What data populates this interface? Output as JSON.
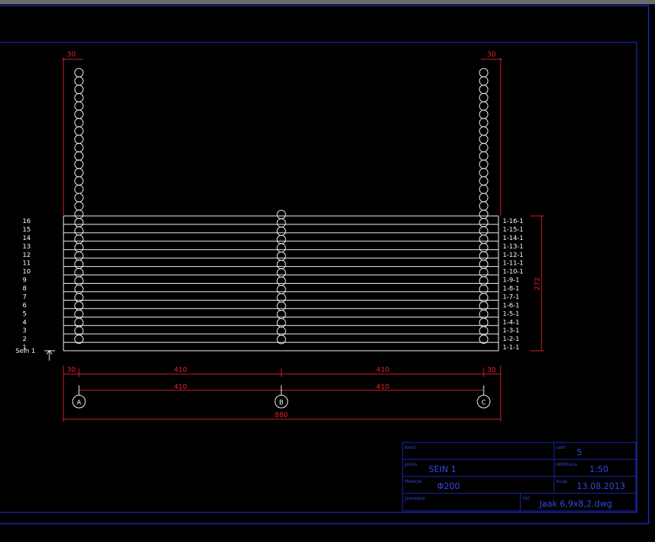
{
  "drawing": {
    "row_numbers": [
      "16",
      "15",
      "14",
      "13",
      "12",
      "11",
      "10",
      "9",
      "8",
      "7",
      "6",
      "5",
      "4",
      "3",
      "2",
      "1"
    ],
    "row_codes": [
      "1-16-1",
      "1-15-1",
      "1-14-1",
      "1-13-1",
      "1-12-1",
      "1-11-1",
      "1-10-1",
      "1-9-1",
      "1-8-1",
      "1-7-1",
      "1-6-1",
      "1-5-1",
      "1-4-1",
      "1-3-1",
      "1-2-1",
      "1-1-1"
    ],
    "section_label": "Sein 1",
    "dims": {
      "top_left": "30",
      "top_right": "30",
      "height": "272",
      "bottom_left": "30",
      "bottom_mid1": "410",
      "bottom_mid2": "410",
      "bottom_right": "30",
      "axis_mid1": "410",
      "axis_mid2": "410",
      "total": "880"
    },
    "axes": [
      "A",
      "B",
      "C"
    ]
  },
  "title_block": {
    "row1": {
      "h1": "Kood",
      "v1": "",
      "h2": "Leht",
      "v2": "5"
    },
    "row2": {
      "h1": "Joonis",
      "v1": "SEIN 1",
      "h2": "Mõõtkava",
      "v2": "1:50"
    },
    "row3": {
      "h1": "Materjal",
      "v1": "Φ200",
      "h2": "Kuup.",
      "v2": "13.08.2013"
    },
    "row4": {
      "h1": "Joonestas",
      "v1": "",
      "h2": "Fail",
      "v2": "Jaak 6,9x8,2.dwg"
    }
  }
}
